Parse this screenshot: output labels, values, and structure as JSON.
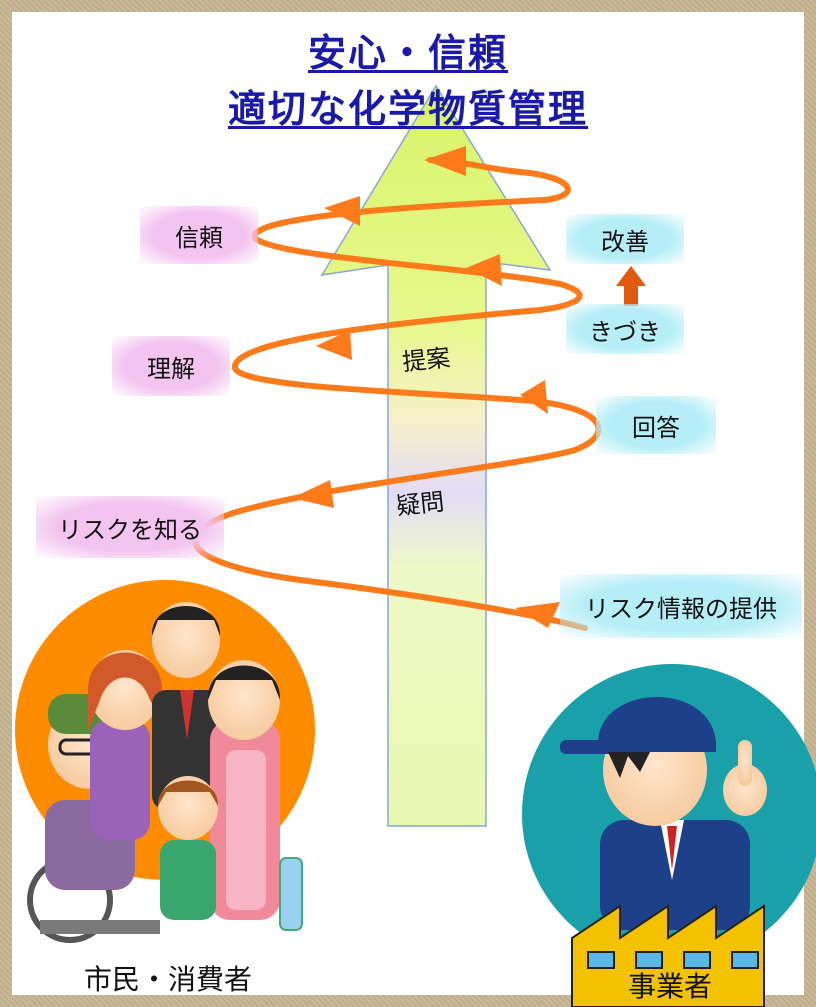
{
  "title": {
    "line1": "安心・信頼",
    "line2": "適切な化学物質管理"
  },
  "left_labels": [
    "信頼",
    "理解",
    "リスクを知る"
  ],
  "right_labels": {
    "improvement": "改善",
    "awareness": "きづき",
    "answer": "回答",
    "risk_info": "リスク情報の提供"
  },
  "center_labels": {
    "proposal": "提案",
    "question": "疑問"
  },
  "groups": {
    "citizens": "市民・消費者",
    "business": "事業者"
  },
  "colors": {
    "title": "#1a1aa6",
    "spiral": "#ff7a1a",
    "pink_label": "#f3c4f0",
    "cyan_label": "#b6eef7",
    "citizen_circle": "#ff8c00",
    "business_circle": "#1aa0a8"
  }
}
